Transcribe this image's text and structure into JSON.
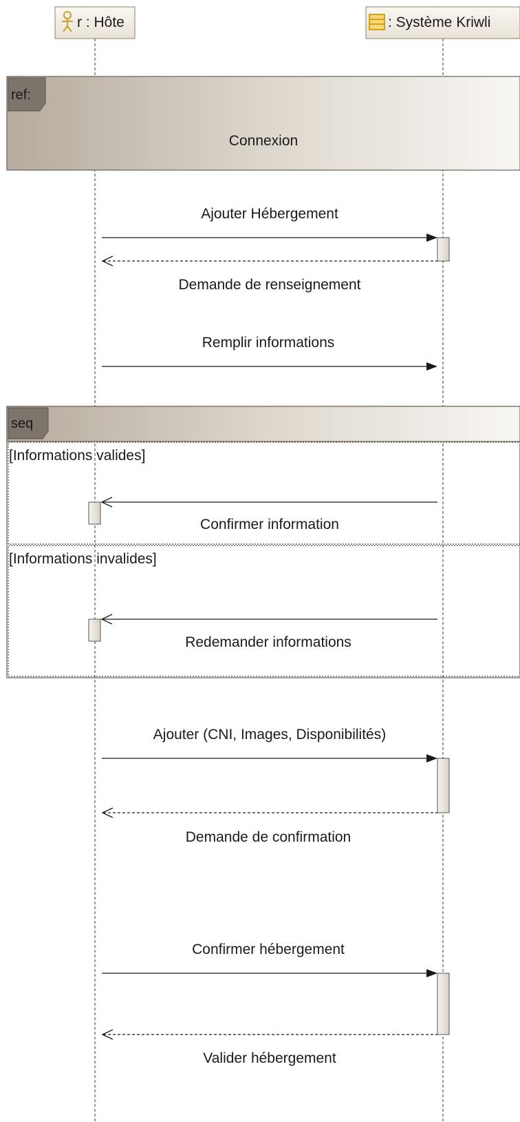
{
  "lifelines": [
    {
      "id": "host",
      "label": "r : Hôte",
      "icon": "actor-icon"
    },
    {
      "id": "system",
      "label": ": Système Kriwli",
      "icon": "class-icon"
    }
  ],
  "fragments": {
    "ref": {
      "tag": "ref:",
      "content": "Connexion"
    },
    "seq": {
      "tag": "seq",
      "operands": [
        {
          "guard": "[Informations valides]"
        },
        {
          "guard": "[Informations invalides]"
        }
      ]
    }
  },
  "messages": [
    {
      "label": "Ajouter Hébergement",
      "from": "host",
      "to": "system",
      "kind": "sync"
    },
    {
      "label": "Demande de renseignement",
      "from": "system",
      "to": "host",
      "kind": "reply"
    },
    {
      "label": "Remplir informations",
      "from": "host",
      "to": "system",
      "kind": "sync"
    },
    {
      "label": "Confirmer information",
      "from": "system",
      "to": "host",
      "kind": "async"
    },
    {
      "label": "Redemander informations",
      "from": "system",
      "to": "host",
      "kind": "async"
    },
    {
      "label": "Ajouter (CNI, Images, Disponibilités)",
      "from": "host",
      "to": "system",
      "kind": "sync"
    },
    {
      "label": "Demande de confirmation",
      "from": "system",
      "to": "host",
      "kind": "reply"
    },
    {
      "label": "Confirmer hébergement",
      "from": "host",
      "to": "system",
      "kind": "sync"
    },
    {
      "label": "Valider hébergement",
      "from": "system",
      "to": "host",
      "kind": "reply"
    }
  ],
  "colors": {
    "frame_dark": "#7d746b",
    "frame_light": "#f7f4f0",
    "head_fill": "#f1ece3",
    "actor_icon": "#c9a227",
    "class_icon": "#e0b020",
    "line": "#1a1a1a"
  }
}
